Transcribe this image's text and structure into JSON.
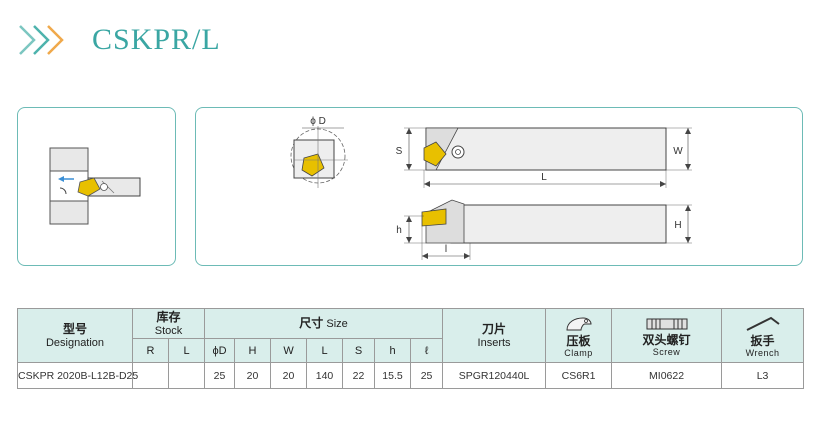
{
  "header": {
    "title": "CSKPR/L"
  },
  "diagram": {
    "labels": {
      "phi_d": "ϕ D",
      "s": "S",
      "w": "W",
      "l_long": "L",
      "h_upper": "H",
      "h_lower": "h",
      "l_short": "l"
    }
  },
  "table": {
    "designation": {
      "cn": "型号",
      "en": "Designation"
    },
    "stock": {
      "cn": "库存",
      "en": "Stock",
      "sub": [
        "R",
        "L"
      ]
    },
    "size": {
      "cn": "尺寸",
      "en": "Size",
      "sub": [
        "ϕD",
        "H",
        "W",
        "L",
        "S",
        "h",
        "ℓ"
      ]
    },
    "inserts": {
      "cn": "刀片",
      "en": "Inserts"
    },
    "clamp": {
      "cn": "压板",
      "en": "Clamp",
      "icon": "clamp-icon"
    },
    "screw": {
      "cn": "双头螺钉",
      "en": "Screw",
      "icon": "screw-icon"
    },
    "wrench": {
      "cn": "扳手",
      "en": "Wrench",
      "icon": "wrench-icon"
    },
    "rows": [
      {
        "designation": "CSKPR 2020B-L12B-D25",
        "r": "",
        "l": "",
        "d": "25",
        "h_cap": "20",
        "w": "20",
        "l_cap": "140",
        "s": "22",
        "h": "15.5",
        "ell": "25",
        "inserts": "SPGR120440L",
        "clamp": "CS6R1",
        "screw": "MI0622",
        "wrench": "L3"
      }
    ]
  }
}
